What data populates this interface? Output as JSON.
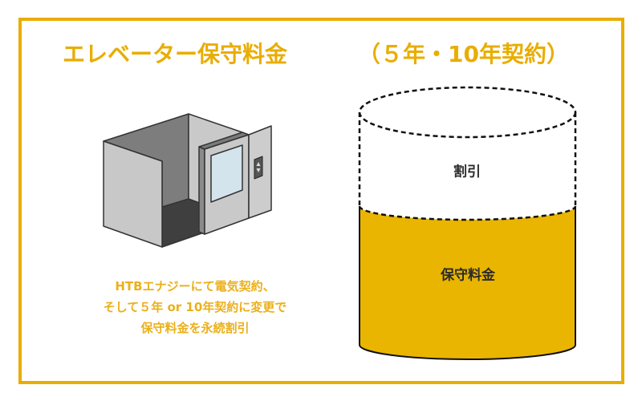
{
  "title": {
    "main": "エレベーター保守料金",
    "sub": "（５年・10年契約）"
  },
  "caption": {
    "lines": [
      "HTBエナジーにて電気契約、",
      "そして５年 or 10年契約に変更で",
      "保守料金を永続割引"
    ]
  },
  "cylinder": {
    "top_label": "割引",
    "bottom_label": "保守料金"
  },
  "illustration": {
    "icon": "elevator-car-icon"
  },
  "colors": {
    "accent": "#E9AD00",
    "fill": "#E9B500",
    "text_dark": "#2b2b2b"
  }
}
